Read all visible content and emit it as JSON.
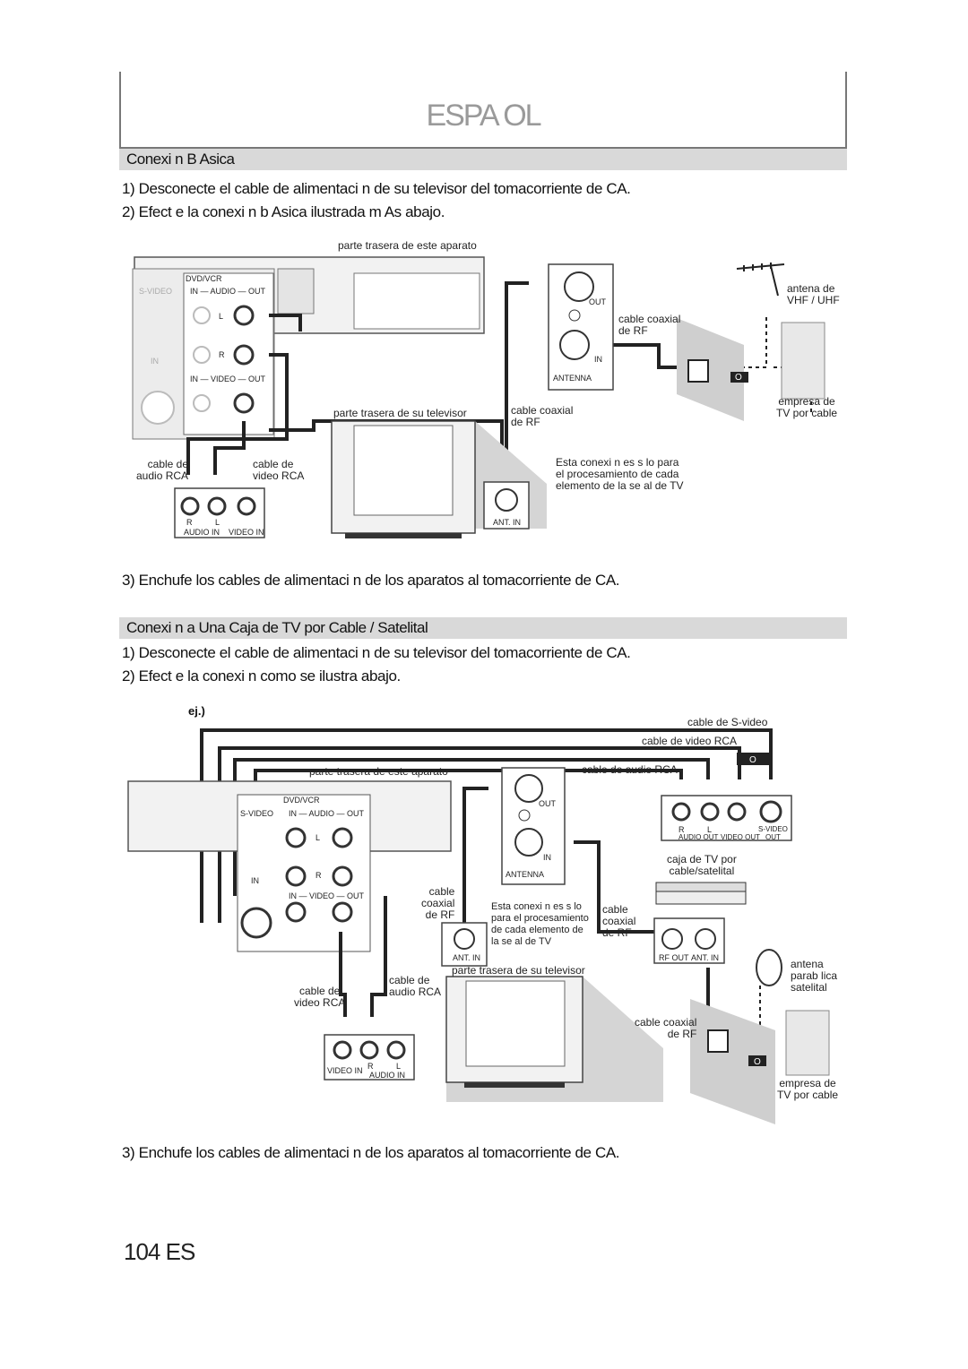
{
  "header": {
    "title": "ESPA OL"
  },
  "section1": {
    "title": "Conexi n B Asica",
    "steps": [
      "1) Desconecte el cable de alimentaci n de su televisor del tomacorriente de CA.",
      "2) Efect e la conexi n b Asica ilustrada m As abajo.",
      "3) Enchufe los cables de alimentaci n de los aparatos al tomacorriente de CA."
    ],
    "diagram": {
      "rear_unit": "parte trasera de este aparato",
      "rear_tv": "parte trasera de su televisor",
      "dvdvcr": "DVD/VCR",
      "svideo": "S-VIDEO",
      "in_audio_out": "IN — AUDIO — OUT",
      "in_video_out": "IN — VIDEO — OUT",
      "in": "IN",
      "l": "L",
      "r": "R",
      "out": "OUT",
      "antenna": "ANTENNA",
      "ant_in": "ANT. IN",
      "audio_in": "AUDIO IN",
      "video_in": "VIDEO IN",
      "cable_coaxial_1": "cable coaxial\nde RF",
      "cable_coaxial_2": "cable coaxial\nde RF",
      "cable_audio": "cable de\naudio RCA",
      "cable_video": "cable de\nvideo RCA",
      "antenna_vhf": "antena de\nVHF / UHF",
      "cable_company": "empresa de\nTV por cable",
      "note": "Esta conexi n es s lo para\nel procesamiento de cada\nelemento de la se al de TV",
      "or": "O"
    }
  },
  "section2": {
    "title": "Conexi n a Una Caja de TV por Cable / Satelital",
    "steps": [
      "1) Desconecte el cable de alimentaci n de su televisor del tomacorriente de CA.",
      "2) Efect e la conexi n como se ilustra abajo.",
      "3) Enchufe los cables de alimentaci n de los aparatos al tomacorriente de CA."
    ],
    "diagram": {
      "ej": "ej.)",
      "cable_svideo": "cable de S-video",
      "cable_video_rca": "cable de video RCA",
      "cable_audio_rca_top": "cable de audio RCA",
      "rear_unit": "parte trasera de este aparato",
      "rear_tv": "parte trasera de su televisor",
      "dvdvcr": "DVD/VCR",
      "svideo": "S-VIDEO",
      "in_audio_out": "IN — AUDIO — OUT",
      "in_video_out": "IN — VIDEO — OUT",
      "in": "IN",
      "l": "L",
      "r": "R",
      "out": "OUT",
      "antenna": "ANTENNA",
      "ant_in": "ANT. IN",
      "box_audio_out": "AUDIO OUT",
      "box_video_out": "VIDEO OUT",
      "box_svideo_out": "S-VIDEO\nOUT",
      "box_r": "R",
      "box_l": "L",
      "cable_box": "caja de TV por\ncable/satelital",
      "rf_out": "RF OUT",
      "box_ant_in": "ANT. IN",
      "cable_coaxial_a": "cable\ncoaxial\nde RF",
      "cable_coaxial_b": "cable\ncoaxial\nde RF",
      "cable_coaxial_c": "cable coaxial\nde RF",
      "note": "Esta conexi n es s lo\npara el procesamiento\nde cada elemento de\nla se al de TV",
      "cable_video_bottom": "cable de\nvideo RCA",
      "cable_audio_bottom": "cable de\naudio RCA",
      "tv_video_in": "VIDEO IN",
      "tv_audio_in": "AUDIO IN",
      "tv_r": "R",
      "tv_l": "L",
      "satellite": "antena\nparab lica\nsatelital",
      "cable_company": "empresa de\nTV por cable",
      "or_top": "O",
      "or_bottom": "O"
    }
  },
  "footer": {
    "page_number": "104 ES"
  }
}
